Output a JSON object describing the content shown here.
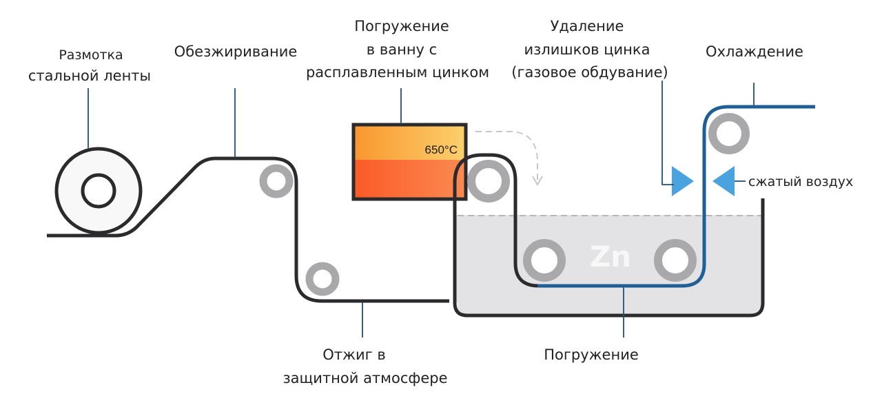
{
  "labels": {
    "unwinding": [
      "Размотка",
      "стальной ленты"
    ],
    "degreasing": [
      "Обезжиривание"
    ],
    "immersion_bath": [
      "Погружение",
      "в ванну с",
      "расплавленным цинком"
    ],
    "zinc_removal": [
      "Удаление",
      "излишков цинка",
      "(газовое обдувание)"
    ],
    "cooling": [
      "Охлаждение"
    ],
    "compressed_air": "сжатый воздух",
    "annealing": [
      "Отжиг в",
      "защитной атмосфере"
    ],
    "immersion": "Погружение"
  },
  "furnace": {
    "temperature": "650°C"
  },
  "bath": {
    "metal": "Zn"
  },
  "colors": {
    "strip": "#2b2b2d",
    "coated_strip": "#1f5f96",
    "roller": "#a9a9ab",
    "leader_line": "#1f4f78",
    "air_nozzle": "#4aa3df",
    "bath_fill": "#e3e3e5",
    "furnace_top": "#f9a13a",
    "furnace_bottom": "#fb6a33"
  }
}
